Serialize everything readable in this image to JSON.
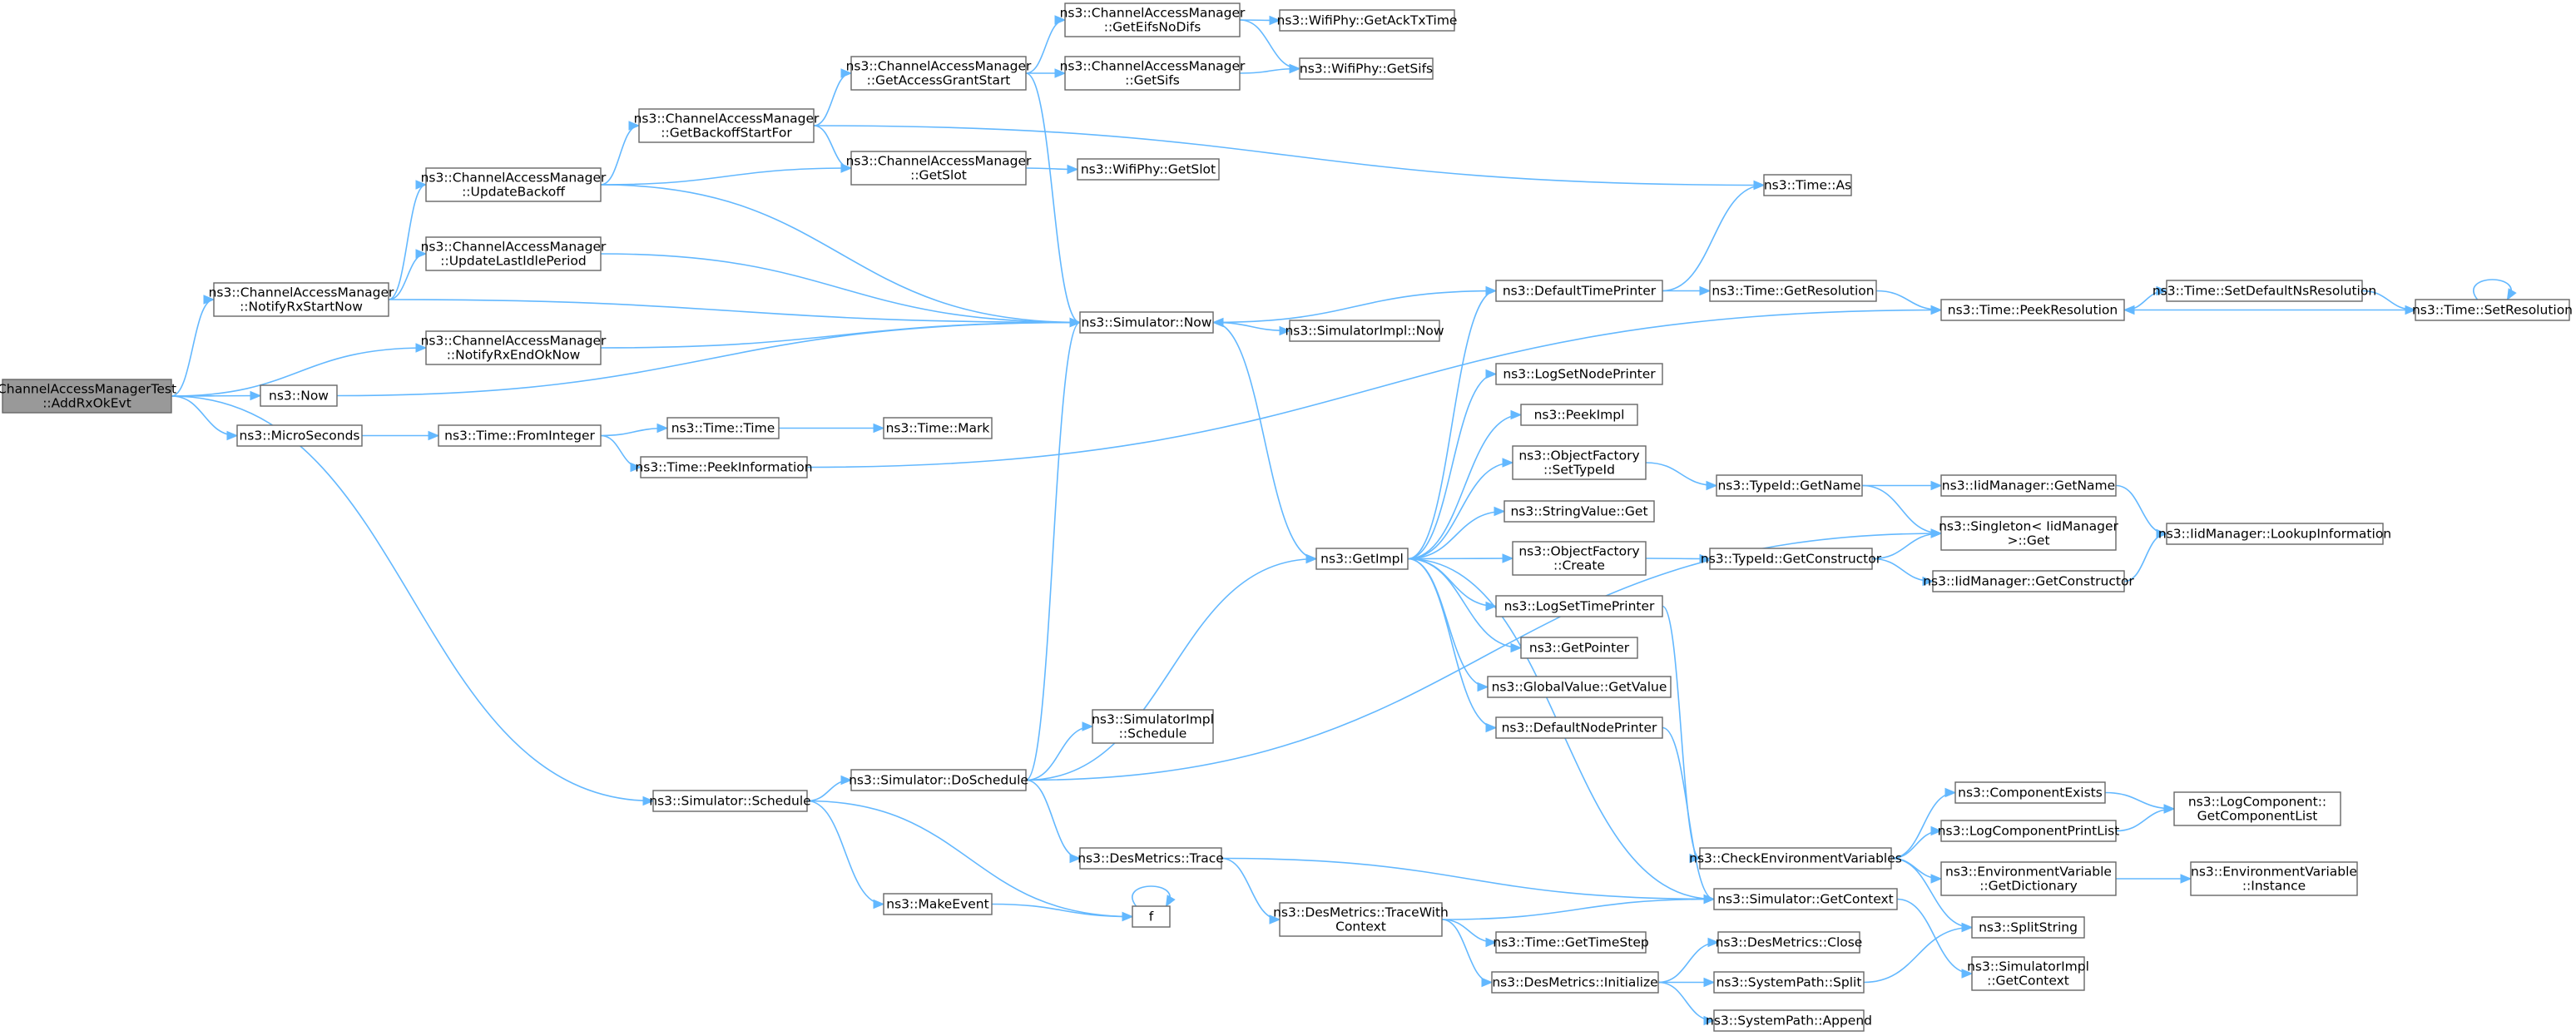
{
  "graph": {
    "colors": {
      "edge": "#63b8ff",
      "node_border": "#666666",
      "root_fill": "#999999",
      "node_fill": "#ffffff"
    },
    "nodes": [
      {
        "id": "root",
        "lines": [
          "ChannelAccessManagerTest",
          "::AddRxOkEvt"
        ],
        "root": true
      },
      {
        "id": "notifyRxStartNow",
        "lines": [
          "ns3::ChannelAccessManager",
          "::NotifyRxStartNow"
        ]
      },
      {
        "id": "notifyRxEndOkNow",
        "lines": [
          "ns3::ChannelAccessManager",
          "::NotifyRxEndOkNow"
        ]
      },
      {
        "id": "nowFree",
        "lines": [
          "ns3::Now"
        ]
      },
      {
        "id": "microSeconds",
        "lines": [
          "ns3::MicroSeconds"
        ]
      },
      {
        "id": "schedule",
        "lines": [
          "ns3::Simulator::Schedule"
        ]
      },
      {
        "id": "updateBackoff",
        "lines": [
          "ns3::ChannelAccessManager",
          "::UpdateBackoff"
        ]
      },
      {
        "id": "updateLastIdle",
        "lines": [
          "ns3::ChannelAccessManager",
          "::UpdateLastIdlePeriod"
        ]
      },
      {
        "id": "getBackoffStart",
        "lines": [
          "ns3::ChannelAccessManager",
          "::GetBackoffStartFor"
        ]
      },
      {
        "id": "getAccessGrant",
        "lines": [
          "ns3::ChannelAccessManager",
          "::GetAccessGrantStart"
        ]
      },
      {
        "id": "getSlot",
        "lines": [
          "ns3::ChannelAccessManager",
          "::GetSlot"
        ]
      },
      {
        "id": "getEifs",
        "lines": [
          "ns3::ChannelAccessManager",
          "::GetEifsNoDifs"
        ]
      },
      {
        "id": "getSifs",
        "lines": [
          "ns3::ChannelAccessManager",
          "::GetSifs"
        ]
      },
      {
        "id": "phyAck",
        "lines": [
          "ns3::WifiPhy::GetAckTxTime"
        ]
      },
      {
        "id": "phySifs",
        "lines": [
          "ns3::WifiPhy::GetSifs"
        ]
      },
      {
        "id": "phySlot",
        "lines": [
          "ns3::WifiPhy::GetSlot"
        ]
      },
      {
        "id": "simNow",
        "lines": [
          "ns3::Simulator::Now"
        ]
      },
      {
        "id": "simImplNow",
        "lines": [
          "ns3::SimulatorImpl::Now"
        ]
      },
      {
        "id": "timeFromInt",
        "lines": [
          "ns3::Time::FromInteger"
        ]
      },
      {
        "id": "timeTime",
        "lines": [
          "ns3::Time::Time"
        ]
      },
      {
        "id": "timeMark",
        "lines": [
          "ns3::Time::Mark"
        ]
      },
      {
        "id": "peekInfo",
        "lines": [
          "ns3::Time::PeekInformation"
        ]
      },
      {
        "id": "getImpl",
        "lines": [
          "ns3::GetImpl"
        ]
      },
      {
        "id": "defTimePrinter",
        "lines": [
          "ns3::DefaultTimePrinter"
        ]
      },
      {
        "id": "timeAs",
        "lines": [
          "ns3::Time::As"
        ]
      },
      {
        "id": "timeGetRes",
        "lines": [
          "ns3::Time::GetResolution"
        ]
      },
      {
        "id": "peekRes",
        "lines": [
          "ns3::Time::PeekResolution"
        ]
      },
      {
        "id": "setDefNsRes",
        "lines": [
          "ns3::Time::SetDefaultNsResolution"
        ]
      },
      {
        "id": "setRes",
        "lines": [
          "ns3::Time::SetResolution"
        ]
      },
      {
        "id": "logSetNode",
        "lines": [
          "ns3::LogSetNodePrinter"
        ]
      },
      {
        "id": "peekImpl",
        "lines": [
          "ns3::PeekImpl"
        ]
      },
      {
        "id": "ofSetTypeId",
        "lines": [
          "ns3::ObjectFactory",
          "::SetTypeId"
        ]
      },
      {
        "id": "typeIdGetName",
        "lines": [
          "ns3::TypeId::GetName"
        ]
      },
      {
        "id": "iidGetName",
        "lines": [
          "ns3::IidManager::GetName"
        ]
      },
      {
        "id": "singletonGet",
        "lines": [
          "ns3::Singleton< IidManager",
          " >::Get"
        ]
      },
      {
        "id": "iidLookup",
        "lines": [
          "ns3::IidManager::LookupInformation"
        ]
      },
      {
        "id": "strValGet",
        "lines": [
          "ns3::StringValue::Get"
        ]
      },
      {
        "id": "ofCreate",
        "lines": [
          "ns3::ObjectFactory",
          "::Create"
        ]
      },
      {
        "id": "typeIdGetCtor",
        "lines": [
          "ns3::TypeId::GetConstructor"
        ]
      },
      {
        "id": "iidGetCtor",
        "lines": [
          "ns3::IidManager::GetConstructor"
        ]
      },
      {
        "id": "logSetTime",
        "lines": [
          "ns3::LogSetTimePrinter"
        ]
      },
      {
        "id": "getPointer",
        "lines": [
          "ns3::GetPointer"
        ]
      },
      {
        "id": "gvGetValue",
        "lines": [
          "ns3::GlobalValue::GetValue"
        ]
      },
      {
        "id": "defNodePrinter",
        "lines": [
          "ns3::DefaultNodePrinter"
        ]
      },
      {
        "id": "implSchedule",
        "lines": [
          "ns3::SimulatorImpl",
          "::Schedule"
        ]
      },
      {
        "id": "doSchedule",
        "lines": [
          "ns3::Simulator::DoSchedule"
        ]
      },
      {
        "id": "desTrace",
        "lines": [
          "ns3::DesMetrics::Trace"
        ]
      },
      {
        "id": "makeEvent",
        "lines": [
          "ns3::MakeEvent"
        ]
      },
      {
        "id": "f",
        "lines": [
          "f"
        ]
      },
      {
        "id": "traceWithCtx",
        "lines": [
          "ns3::DesMetrics::TraceWith",
          "Context"
        ]
      },
      {
        "id": "timeStep",
        "lines": [
          "ns3::Time::GetTimeStep"
        ]
      },
      {
        "id": "desInit",
        "lines": [
          "ns3::DesMetrics::Initialize"
        ]
      },
      {
        "id": "desClose",
        "lines": [
          "ns3::DesMetrics::Close"
        ]
      },
      {
        "id": "spSplit",
        "lines": [
          "ns3::SystemPath::Split"
        ]
      },
      {
        "id": "spAppend",
        "lines": [
          "ns3::SystemPath::Append"
        ]
      },
      {
        "id": "checkEnv",
        "lines": [
          "ns3::CheckEnvironmentVariables"
        ]
      },
      {
        "id": "simGetCtx",
        "lines": [
          "ns3::Simulator::GetContext"
        ]
      },
      {
        "id": "compExists",
        "lines": [
          "ns3::ComponentExists"
        ]
      },
      {
        "id": "logCompPrint",
        "lines": [
          "ns3::LogComponentPrintList"
        ]
      },
      {
        "id": "envGetDict",
        "lines": [
          "ns3::EnvironmentVariable",
          "::GetDictionary"
        ]
      },
      {
        "id": "splitString",
        "lines": [
          "ns3::SplitString"
        ]
      },
      {
        "id": "implGetCtx",
        "lines": [
          "ns3::SimulatorImpl",
          "::GetContext"
        ]
      },
      {
        "id": "logCompList",
        "lines": [
          "ns3::LogComponent::",
          "GetComponentList"
        ]
      },
      {
        "id": "envInstance",
        "lines": [
          "ns3::EnvironmentVariable",
          "::Instance"
        ]
      }
    ],
    "edges": [
      [
        "root",
        "notifyRxStartNow"
      ],
      [
        "root",
        "notifyRxEndOkNow"
      ],
      [
        "root",
        "nowFree"
      ],
      [
        "root",
        "microSeconds"
      ],
      [
        "root",
        "schedule"
      ],
      [
        "notifyRxStartNow",
        "updateBackoff"
      ],
      [
        "notifyRxStartNow",
        "updateLastIdle"
      ],
      [
        "notifyRxStartNow",
        "simNow"
      ],
      [
        "notifyRxEndOkNow",
        "simNow"
      ],
      [
        "nowFree",
        "simNow"
      ],
      [
        "microSeconds",
        "timeFromInt"
      ],
      [
        "updateBackoff",
        "getBackoffStart"
      ],
      [
        "updateBackoff",
        "getSlot"
      ],
      [
        "updateBackoff",
        "simNow"
      ],
      [
        "updateLastIdle",
        "simNow"
      ],
      [
        "getBackoffStart",
        "getAccessGrant"
      ],
      [
        "getBackoffStart",
        "getSlot"
      ],
      [
        "getBackoffStart",
        "timeAs"
      ],
      [
        "getAccessGrant",
        "getEifs"
      ],
      [
        "getAccessGrant",
        "getSifs"
      ],
      [
        "getAccessGrant",
        "simNow"
      ],
      [
        "getEifs",
        "phyAck"
      ],
      [
        "getEifs",
        "phySifs"
      ],
      [
        "getSifs",
        "phySifs"
      ],
      [
        "getSlot",
        "phySlot"
      ],
      [
        "simNow",
        "simImplNow"
      ],
      [
        "simNow",
        "getImpl"
      ],
      [
        "timeFromInt",
        "timeTime"
      ],
      [
        "timeFromInt",
        "peekInfo"
      ],
      [
        "timeTime",
        "timeMark"
      ],
      [
        "peekInfo",
        "peekRes"
      ],
      [
        "getImpl",
        "defTimePrinter"
      ],
      [
        "getImpl",
        "logSetNode"
      ],
      [
        "getImpl",
        "peekImpl"
      ],
      [
        "getImpl",
        "ofSetTypeId"
      ],
      [
        "getImpl",
        "strValGet"
      ],
      [
        "getImpl",
        "ofCreate"
      ],
      [
        "getImpl",
        "logSetTime"
      ],
      [
        "getImpl",
        "getPointer"
      ],
      [
        "getImpl",
        "gvGetValue"
      ],
      [
        "getImpl",
        "defNodePrinter"
      ],
      [
        "getImpl",
        "simGetCtx"
      ],
      [
        "defTimePrinter",
        "simNow"
      ],
      [
        "defTimePrinter",
        "timeAs"
      ],
      [
        "defTimePrinter",
        "timeGetRes"
      ],
      [
        "timeGetRes",
        "peekRes"
      ],
      [
        "peekRes",
        "setDefNsRes"
      ],
      [
        "setDefNsRes",
        "setRes"
      ],
      [
        "setRes",
        "peekRes"
      ],
      [
        "setRes",
        "setRes"
      ],
      [
        "ofSetTypeId",
        "typeIdGetName"
      ],
      [
        "typeIdGetName",
        "iidGetName"
      ],
      [
        "typeIdGetName",
        "singletonGet"
      ],
      [
        "iidGetName",
        "iidLookup"
      ],
      [
        "ofCreate",
        "typeIdGetCtor"
      ],
      [
        "typeIdGetCtor",
        "singletonGet"
      ],
      [
        "typeIdGetCtor",
        "iidGetCtor"
      ],
      [
        "iidGetCtor",
        "iidLookup"
      ],
      [
        "logSetTime",
        "checkEnv"
      ],
      [
        "defNodePrinter",
        "simGetCtx"
      ],
      [
        "schedule",
        "doSchedule"
      ],
      [
        "schedule",
        "makeEvent"
      ],
      [
        "schedule",
        "f"
      ],
      [
        "doSchedule",
        "simNow"
      ],
      [
        "doSchedule",
        "getImpl"
      ],
      [
        "doSchedule",
        "implSchedule"
      ],
      [
        "doSchedule",
        "desTrace"
      ],
      [
        "doSchedule",
        "singletonGet"
      ],
      [
        "makeEvent",
        "f"
      ],
      [
        "f",
        "f"
      ],
      [
        "desTrace",
        "traceWithCtx"
      ],
      [
        "desTrace",
        "simGetCtx"
      ],
      [
        "traceWithCtx",
        "simGetCtx"
      ],
      [
        "traceWithCtx",
        "timeStep"
      ],
      [
        "traceWithCtx",
        "desInit"
      ],
      [
        "desInit",
        "desClose"
      ],
      [
        "desInit",
        "spSplit"
      ],
      [
        "desInit",
        "spAppend"
      ],
      [
        "spSplit",
        "splitString"
      ],
      [
        "checkEnv",
        "compExists"
      ],
      [
        "checkEnv",
        "logCompPrint"
      ],
      [
        "checkEnv",
        "envGetDict"
      ],
      [
        "checkEnv",
        "splitString"
      ],
      [
        "compExists",
        "logCompList"
      ],
      [
        "logCompPrint",
        "logCompList"
      ],
      [
        "envGetDict",
        "envInstance"
      ],
      [
        "simGetCtx",
        "implGetCtx"
      ]
    ]
  }
}
